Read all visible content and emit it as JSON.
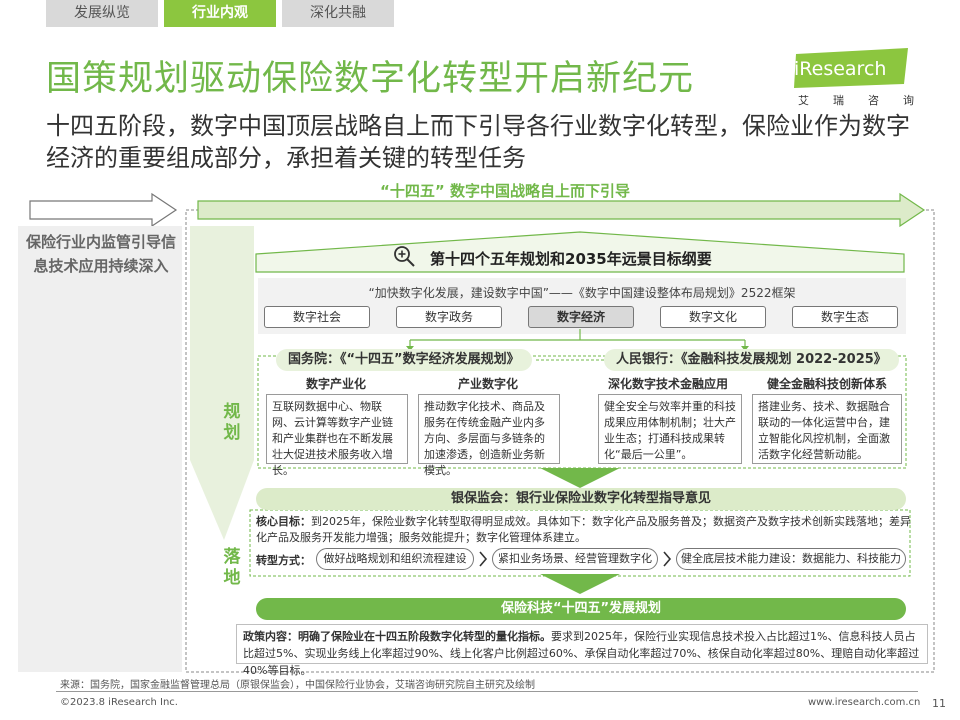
{
  "tabs": [
    "发展纵览",
    "行业内观",
    "深化共融"
  ],
  "title": "国策规划驱动保险数字化转型开启新纪元",
  "subtitle": "十四五阶段，数字中国顶层战略自上而下引导各行业数字化转型，保险业作为数字经济的重要组成部分，承担着关键的转型任务",
  "logo": {
    "brand": "iResearch",
    "cn_chars": [
      "艾",
      "瑞",
      "咨",
      "询"
    ]
  },
  "banner": "“十四五” 数字中国战略自上而下引导",
  "left_note": "保险行业内监管引导信息技术应用持续深入",
  "plan": {
    "title": "第十四个五年规划和2035年远景目标纲要",
    "framework": "“加快数字化发展，建设数字中国”——《数字中国建设整体布局规划》2522框架",
    "pillars": [
      "数字社会",
      "数字政务",
      "数字经济",
      "数字文化",
      "数字生态"
    ]
  },
  "policies": {
    "state_council": "国务院：《“十四五”数字经济发展规划》",
    "pboc": "人民银行：《金融科技发展规划 2022-2025》"
  },
  "columns": [
    {
      "title": "数字产业化",
      "text": "互联网数据中心、物联网、云计算等数字产业链和产业集群也在不断发展壮大促进技术服务收入增长。"
    },
    {
      "title": "产业数字化",
      "text": "推动数字化技术、商品及服务在传统金融产业内多方向、多层面与多链条的加速渗透，创造新业务新模式。"
    },
    {
      "title": "深化数字技术金融应用",
      "text": "健全安全与效率并重的科技成果应用体制机制；壮大产业生态；打通科技成果转化“最后一公里”。"
    },
    {
      "title": "健全金融科技创新体系",
      "text": "搭建业务、技术、数据融合联动的一体化运营中台，建立智能化风控机制，全面激活数字化经营新动能。"
    }
  ],
  "labels": {
    "plan": "规划",
    "land": "落地"
  },
  "cbirc": "银保监会：银行业保险业数字化转型指导意见",
  "core": {
    "label": "核心目标：",
    "text": "到2025年，保险业数字化转型取得明显成效。具体如下：数字化产品及服务普及；数据资产及数字技术创新实践落地；差异化产品及服务开发能力增强；服务效能提升；数字化管理体系建立。"
  },
  "modes": {
    "label": "转型方式：",
    "items": [
      "做好战略规划和组织流程建设",
      "紧扣业务场景、经营管理数字化",
      "健全底层技术能力建设：数据能力、科技能力"
    ]
  },
  "insurtech": "保险科技“十四五”发展规划",
  "content": {
    "label": "政策内容：明确了保险业在十四五阶段数字化转型的量化指标。",
    "text": "要求到2025年，保险行业实现信息技术投入占比超过1%、信息科技人员占比超过5%、实现业务线上化率超过90%、线上化客户比例超过60%、承保自动化率超过70%、核保自动化率超过80%、理赔自动化率超过 40%等目标。"
  },
  "source": "来源：国务院，国家金融监督管理总局（原银保监会），中国保险行业协会，艾瑞咨询研究院自主研究及绘制",
  "copyright": "©2023.8 iResearch Inc.",
  "site": "www.iresearch.com.cn",
  "page": "11",
  "colors": {
    "green": "#72b84a",
    "light_green": "#dcebc9",
    "tab_active": "#8cc63f"
  },
  "icons": [
    "magnifier-plus-icon",
    "right-arrow-icon",
    "down-arrow-icon",
    "chevron-right-icon"
  ]
}
